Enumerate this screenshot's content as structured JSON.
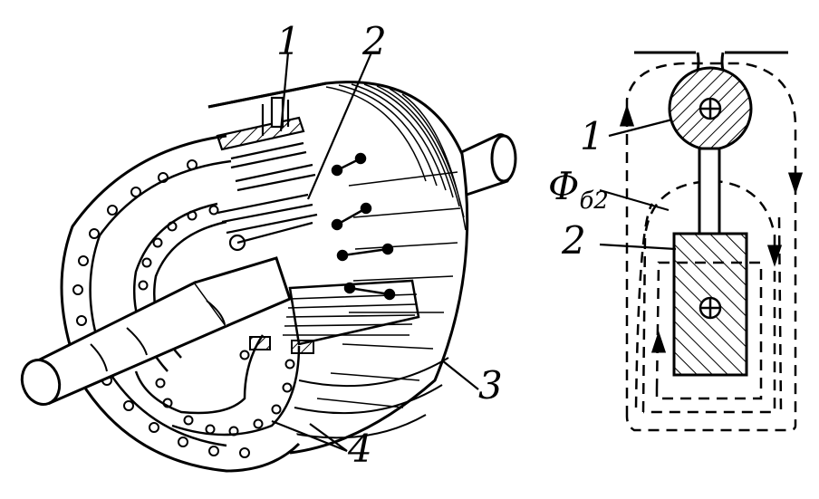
{
  "left_figure": {
    "labels": [
      {
        "id": "label-1",
        "text": "1"
      },
      {
        "id": "label-2",
        "text": "2"
      },
      {
        "id": "label-3",
        "text": "3"
      },
      {
        "id": "label-4",
        "text": "4"
      }
    ]
  },
  "right_figure": {
    "labels": [
      {
        "id": "label-1",
        "text": "1"
      },
      {
        "id": "label-2",
        "text": "2"
      }
    ],
    "flux_symbol": "Φ",
    "flux_subscript": "б2"
  },
  "colors": {
    "ink": "#000000",
    "paper": "#ffffff"
  }
}
